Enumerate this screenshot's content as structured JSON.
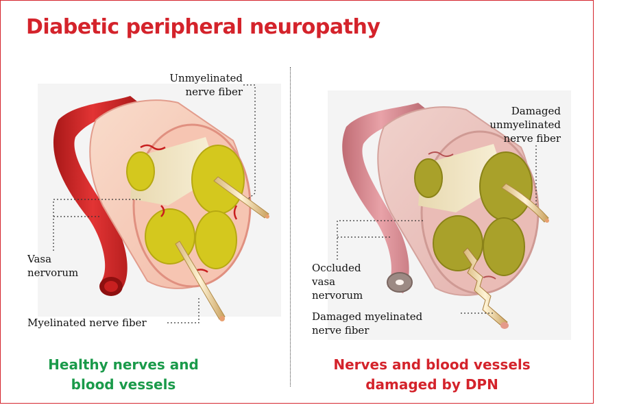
{
  "title": "Diabetic peripheral neuropathy",
  "colors": {
    "title": "#d4232b",
    "healthy_caption": "#1a9a4a",
    "damaged_caption": "#d4232b",
    "vessel_healthy": "#d42a2a",
    "vessel_damaged": "#d98a90",
    "fiber_fill_healthy": "#d4c81e",
    "fiber_fill_damaged": "#a9a12a"
  },
  "left_panel": {
    "labels": {
      "unmyelinated": [
        "Unmyelinated",
        "nerve fiber"
      ],
      "vasa": [
        "Vasa",
        "nervorum"
      ],
      "myelinated": [
        "Myelinated nerve fiber"
      ]
    },
    "caption": [
      "Healthy nerves and",
      "blood vessels"
    ]
  },
  "right_panel": {
    "labels": {
      "unmyelinated": [
        "Damaged",
        "unmyelinated",
        "nerve fiber"
      ],
      "vasa": [
        "Occluded",
        "vasa",
        "nervorum"
      ],
      "myelinated": [
        "Damaged myelinated",
        "nerve fiber"
      ]
    },
    "caption": [
      "Nerves and blood vessels",
      "damaged by DPN"
    ]
  }
}
